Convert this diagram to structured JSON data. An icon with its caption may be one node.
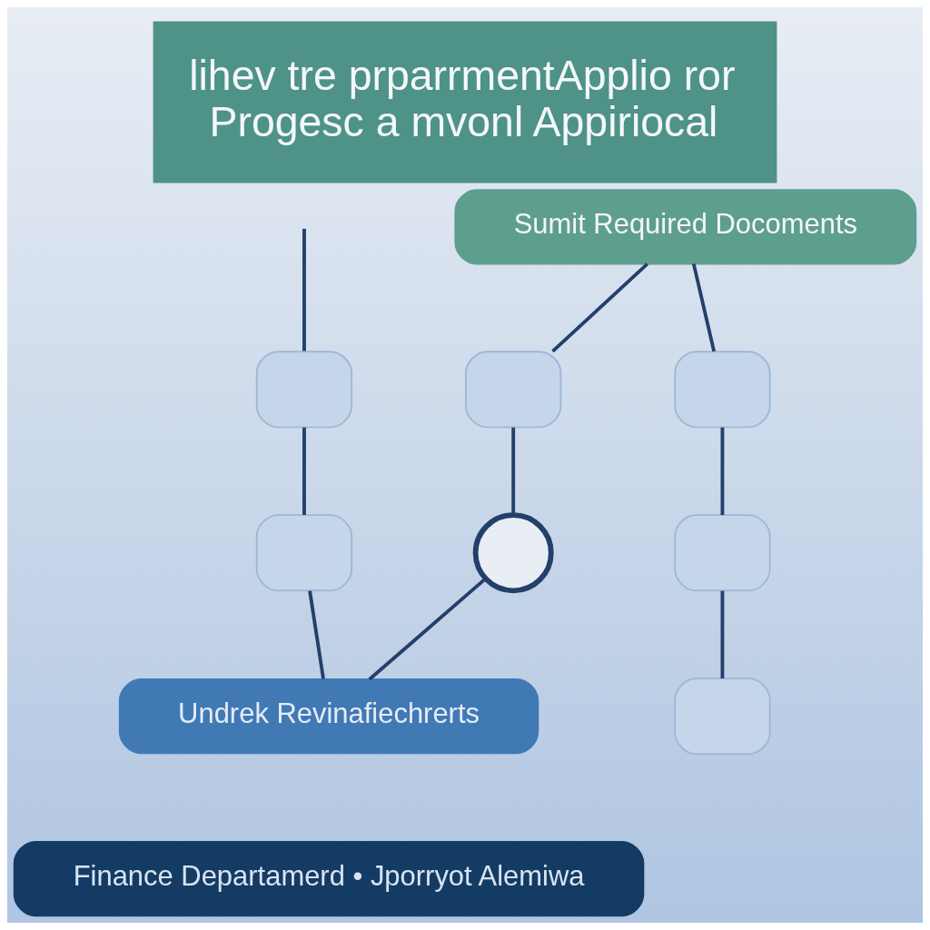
{
  "diagram": {
    "title": "lihev tre prparrmentApplio ror Progesc a mvonl Appiriocal",
    "nodes": [
      {
        "text": [
          "Sumit Required Docoments"
        ]
      },
      {
        "text": [],
        "shape": "box"
      },
      {
        "text": [],
        "shape": "box"
      },
      {
        "text": [],
        "shape": "box"
      },
      {
        "text": [],
        "shape": "box"
      },
      {
        "text": [],
        "shape": "circle"
      },
      {
        "text": [],
        "shape": "box"
      },
      {
        "text": [
          "Undrek Revinafiechrerts"
        ]
      },
      {
        "text": [],
        "shape": "box"
      },
      {
        "text": [
          "Finance Departamerd • Jporryot Alemiwa"
        ]
      }
    ],
    "edges": [
      {
        "from": null,
        "to": 1,
        "arrow": "none"
      },
      {
        "from": 1,
        "to": 4,
        "arrow": "none"
      },
      {
        "from": 4,
        "to": 7,
        "arrow": "none"
      },
      {
        "from": 0,
        "to": 2,
        "arrow": "none"
      },
      {
        "from": 2,
        "to": 5,
        "arrow": "none"
      },
      {
        "from": 5,
        "to": 7,
        "arrow": "none"
      },
      {
        "from": 0,
        "to": 3,
        "arrow": "none"
      },
      {
        "from": 3,
        "to": 6,
        "arrow": "none"
      },
      {
        "from": 6,
        "to": 8,
        "arrow": "none"
      }
    ]
  }
}
